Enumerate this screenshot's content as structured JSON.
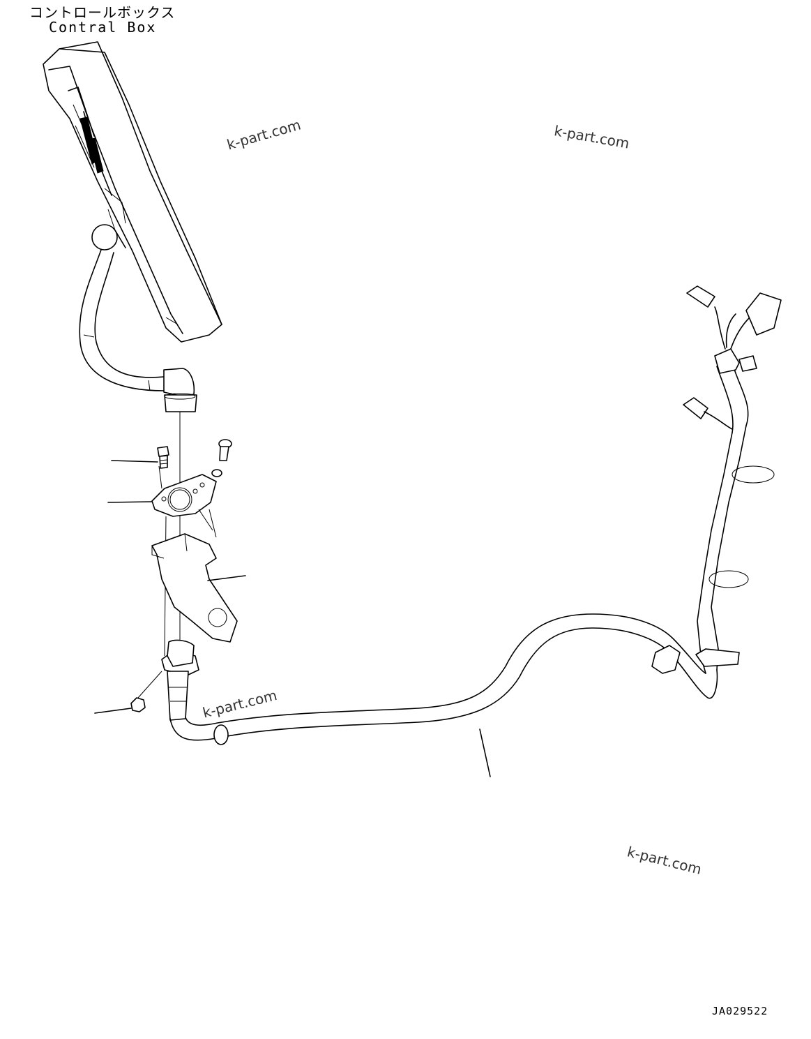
{
  "labels": {
    "part_name_jp": "コントロールボックス",
    "part_name_en": "Contral Box"
  },
  "watermarks": [
    "k-part.com",
    "k-part.com",
    "k-part.com",
    "k-part.com"
  ],
  "drawing_code": "JA029522"
}
